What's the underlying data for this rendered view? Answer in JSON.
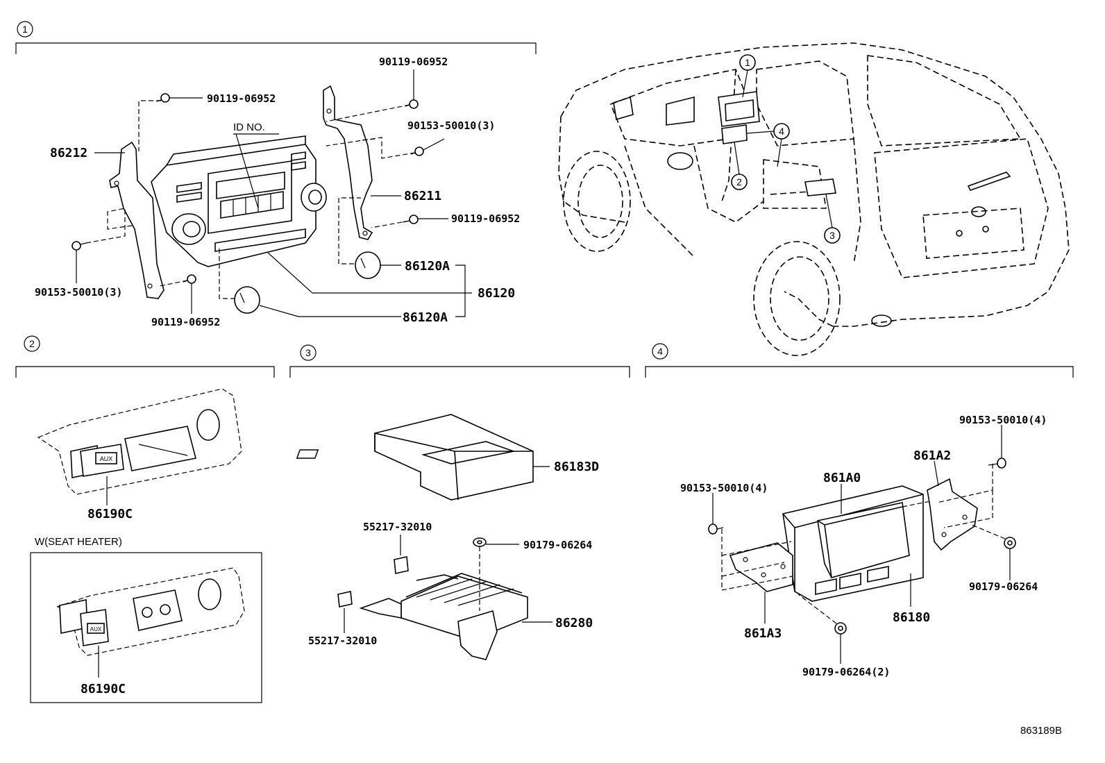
{
  "sections": [
    {
      "num": "1"
    },
    {
      "num": "2"
    },
    {
      "num": "3"
    },
    {
      "num": "4"
    }
  ],
  "car_callouts": [
    "1",
    "2",
    "3",
    "4"
  ],
  "section1": {
    "bolt_top_left": "90119-06952",
    "bolt_top_right": "90119-06952",
    "screw_right": "90153-50010(3)",
    "bracket_left": "86212",
    "bracket_right": "86211",
    "bolt_right_mid": "90119-06952",
    "knob_a1": "86120A",
    "panel": "86120",
    "knob_a2": "86120A",
    "screw_left": "90153-50010(3)",
    "bolt_bottom": "90119-06952",
    "id_no": "ID NO."
  },
  "section2": {
    "aux_jack": "86190C",
    "variant_title": "W(SEAT HEATER)",
    "aux_jack_variant": "86190C",
    "aux_text": "AUX"
  },
  "section3": {
    "cover": "86183D",
    "clip_top": "55217-32010",
    "nut": "90179-06264",
    "clip_bottom": "55217-32010",
    "amplifier": "86280"
  },
  "section4": {
    "screw_top_right": "90153-50010(4)",
    "bracket_right": "861A2",
    "unit_inner": "861A0",
    "screw_left": "90153-50010(4)",
    "nut_right": "90179-06264",
    "unit_outer": "86180",
    "bracket_left": "861A3",
    "nut_bottom": "90179-06264(2)"
  },
  "figure_code": "863189B"
}
